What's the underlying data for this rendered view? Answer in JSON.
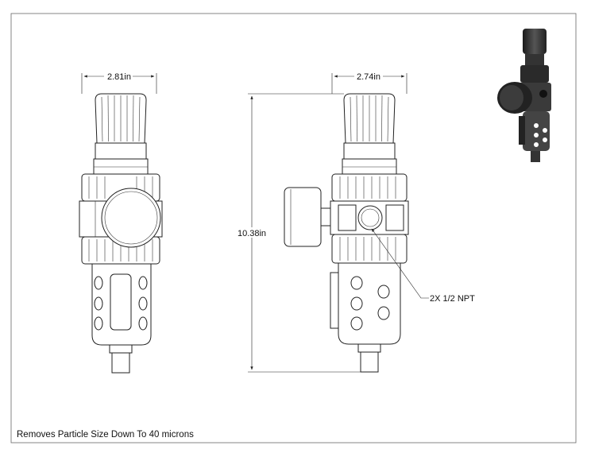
{
  "drawing": {
    "dimensions": {
      "front_width": "2.81in",
      "side_width": "2.74in",
      "height": "10.38in"
    },
    "callouts": {
      "ports": "2X 1/2 NPT"
    },
    "note": "Removes Particle Size Down To 40 microns"
  }
}
